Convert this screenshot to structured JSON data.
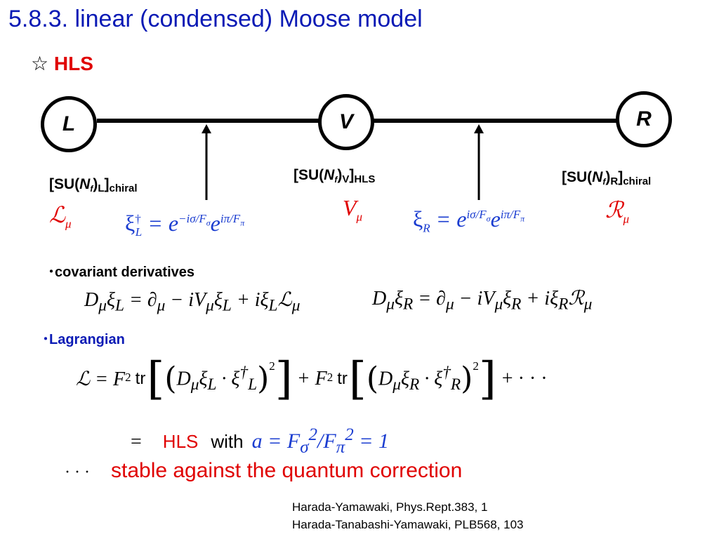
{
  "title": "5.8.3. linear (condensed) Moose model",
  "subtitle": {
    "star": "☆",
    "label": "HLS"
  },
  "nodes": {
    "left": "L",
    "center": "V",
    "right": "R"
  },
  "groups": {
    "left": {
      "prefix": "[SU(",
      "nf": "N",
      "nf_sub": "f",
      "close": ")",
      "sub": "L",
      "bracket": "]",
      "tag": "chiral"
    },
    "center": {
      "prefix": "[SU(",
      "nf": "N",
      "nf_sub": "f",
      "close": ")",
      "sub": "V",
      "bracket": "]",
      "tag": "HLS"
    },
    "right": {
      "prefix": "[SU(",
      "nf": "N",
      "nf_sub": "f",
      "close": ")",
      "sub": "R",
      "bracket": "]",
      "tag": "chiral"
    }
  },
  "fields": {
    "left": "ℒ",
    "center": "V",
    "right": "ℛ",
    "index": "μ"
  },
  "xi_left": {
    "base": "ξ",
    "dag": "†",
    "sub": "L",
    "rhs": "= e",
    "exp1": "−iσ/F",
    "exp1_sub": "σ",
    "e2": "e",
    "exp2": "iπ/F",
    "exp2_sub": "π"
  },
  "xi_right": {
    "base": "ξ",
    "sub": "R",
    "rhs": "= e",
    "exp1": "iσ/F",
    "exp1_sub": "σ",
    "e2": "e",
    "exp2": "iπ/F",
    "exp2_sub": "π"
  },
  "covariant": {
    "label": "･covariant derivatives",
    "eq_left": "D<sub>μ</sub>ξ<sub>L</sub> = ∂<sub>μ</sub> − iV<sub>μ</sub>ξ<sub>L</sub> + iξ<sub>L</sub>ℒ<sub>μ</sub>",
    "eq_right": "D<sub>μ</sub>ξ<sub>R</sub> = ∂<sub>μ</sub> − iV<sub>μ</sub>ξ<sub>R</sub> + iξ<sub>R</sub>ℛ<sub>μ</sub>"
  },
  "lagrangian": {
    "label": "･Lagrangian",
    "lhs": "ℒ = F",
    "sq": "2",
    "tr": "tr",
    "term_left": "D<sub>μ</sub>ξ<sub>L</sub> · ξ<sup>†</sup><sub>L</sub>",
    "plus": "+ F",
    "term_right": "D<sub>μ</sub>ξ<sub>R</sub> · ξ<sup>†</sup><sub>R</sub>",
    "ellipsis": "+ · · ·"
  },
  "hls_line": {
    "eq": "=",
    "hls": "HLS",
    "with": "with",
    "formula": "a = F<sub>σ</sub><sup>2</sup>/F<sub>π</sub><sup>2</sup> = 1"
  },
  "stable_line": {
    "dots": "· · ·",
    "text": "stable against the quantum correction"
  },
  "references": [
    "Harada-Yamawaki, Phys.Rept.383, 1",
    "Harada-Tanabashi-Yamawaki, PLB568, 103"
  ],
  "colors": {
    "title": "#0a1ab5",
    "accent_red": "#e00000",
    "formula_blue": "#1a3cd0"
  }
}
